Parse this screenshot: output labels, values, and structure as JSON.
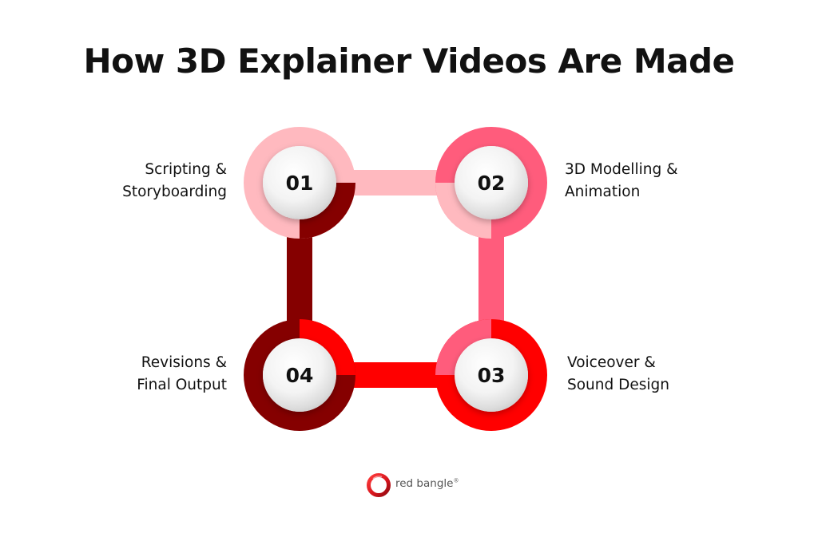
{
  "title": "How 3D Explainer Videos Are Made",
  "steps": [
    {
      "number": "01",
      "line1": "Scripting &",
      "line2": "Storyboarding",
      "color": "#ffb9bf"
    },
    {
      "number": "02",
      "line1": "3D Modelling &",
      "line2": "Animation",
      "color": "#ff5c7c"
    },
    {
      "number": "03",
      "line1": "Voiceover &",
      "line2": "Sound Design",
      "color": "#ff0000"
    },
    {
      "number": "04",
      "line1": "Revisions &",
      "line2": "Final Output",
      "color": "#850000"
    }
  ],
  "logo": {
    "text": "red bangle",
    "mark": "registered",
    "color": "#e01a22"
  }
}
